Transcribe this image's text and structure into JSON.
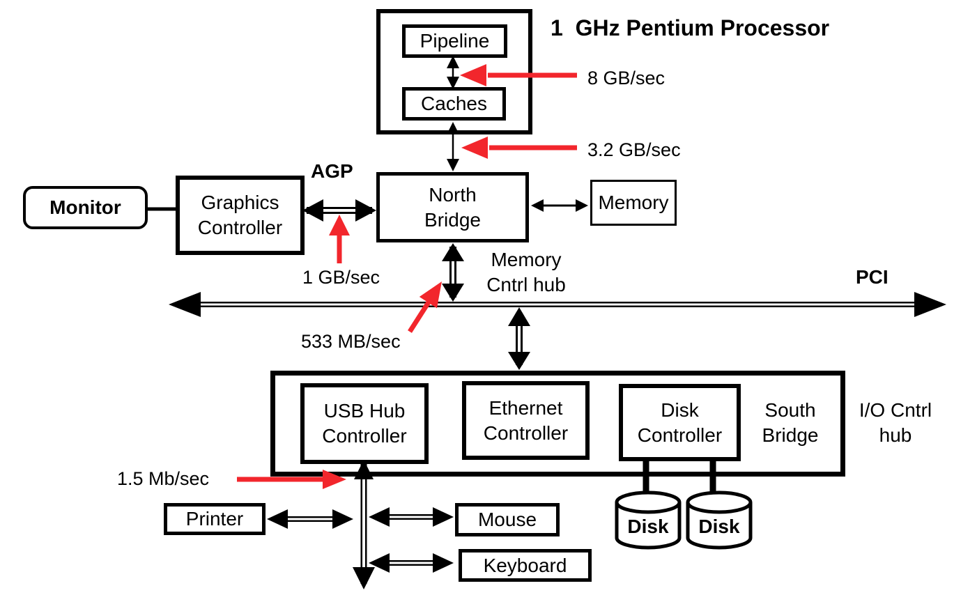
{
  "title": "1  GHz Pentium Processor",
  "boxes": {
    "pipeline": "Pipeline",
    "caches": "Caches",
    "monitor": "Monitor",
    "graphics_controller": "Graphics Controller",
    "north_bridge": "North\nBridge",
    "memory": "Memory",
    "usb_hub_controller": "USB Hub Controller",
    "ethernet_controller": "Ethernet Controller",
    "disk_controller": "Disk Controller",
    "printer": "Printer",
    "mouse": "Mouse",
    "keyboard": "Keyboard",
    "disk_left": "Disk",
    "disk_right": "Disk"
  },
  "labels": {
    "agp": "AGP",
    "pci": "PCI",
    "memory_cntrl_hub": "Memory\nCntrl hub",
    "south_bridge": "South\nBridge",
    "io_cntrl_hub": "I/O Cntrl\nhub"
  },
  "rates": {
    "pipeline_caches": "8 GB/sec",
    "cpu_bus": "3.2 GB/sec",
    "agp_bus": "1 GB/sec",
    "hub_link": "533 MB/sec",
    "usb_bus": "1.5 Mb/sec"
  },
  "colors": {
    "line": "#000000",
    "highlight_red": "#f2262c",
    "background": "#ffffff"
  }
}
